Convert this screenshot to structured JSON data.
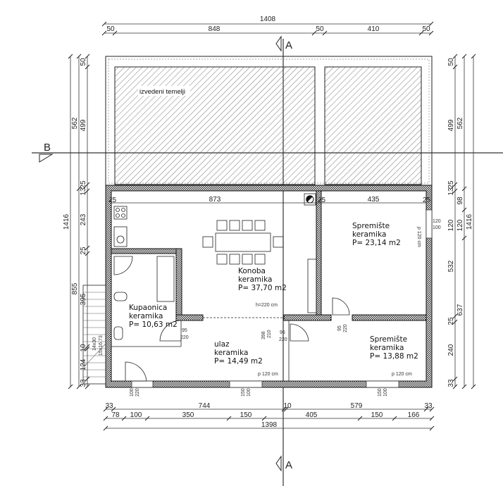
{
  "plan": {
    "foundation_label": "izvedeni temelji",
    "section_a": "A",
    "section_b": "B",
    "rooms": [
      {
        "name": "Konoba",
        "floor": "keramika",
        "area": "P= 37,70 m2"
      },
      {
        "name": "Kupaonica",
        "floor": "keramika",
        "area": "P= 10,63 m2"
      },
      {
        "name": "ulaz",
        "floor": "keramika",
        "area": "P= 14,49 m2"
      },
      {
        "name": "Spremište",
        "floor": "keramika",
        "area": "P= 23,14 m2"
      },
      {
        "name": "Spremište",
        "floor": "keramika",
        "area": "P= 13,88 m2"
      }
    ],
    "notes": {
      "ceiling_height": "h=220 cm",
      "sill_1": "p 120 cm",
      "sill_2": "p 120 cm",
      "sill_3": "p 120 cm",
      "stair_1": "14x30",
      "stair_2": "15x16.73"
    },
    "openings": [
      [
        "95",
        "220"
      ],
      [
        "398",
        "210"
      ],
      [
        "96",
        "220"
      ],
      [
        "95",
        "220"
      ],
      [
        "120",
        "100"
      ],
      [
        "100",
        "220"
      ],
      [
        "150",
        "100"
      ],
      [
        "150",
        "100"
      ]
    ]
  },
  "dimensions": {
    "top_total": "1408",
    "top_parts": [
      "50",
      "848",
      "50",
      "410",
      "50"
    ],
    "inner_top": [
      "25",
      "873",
      "25",
      "435",
      "25"
    ],
    "left_total": "1416",
    "left_mid": [
      "562",
      "855"
    ],
    "left_parts": [
      "50",
      "499",
      "25",
      "13",
      "243",
      "25",
      "395",
      "10",
      "124",
      "33"
    ],
    "right_total": "1416",
    "right_mid": [
      "562",
      "637",
      "98",
      "120"
    ],
    "right_parts": [
      "50",
      "499",
      "25",
      "13",
      "120",
      "532",
      "25",
      "240",
      "33"
    ],
    "bottom_row1": [
      "33",
      "744",
      "10",
      "579",
      "33"
    ],
    "bottom_row2": [
      "78",
      "100",
      "350",
      "150",
      "405",
      "150",
      "166"
    ],
    "bottom_total": "1398"
  }
}
